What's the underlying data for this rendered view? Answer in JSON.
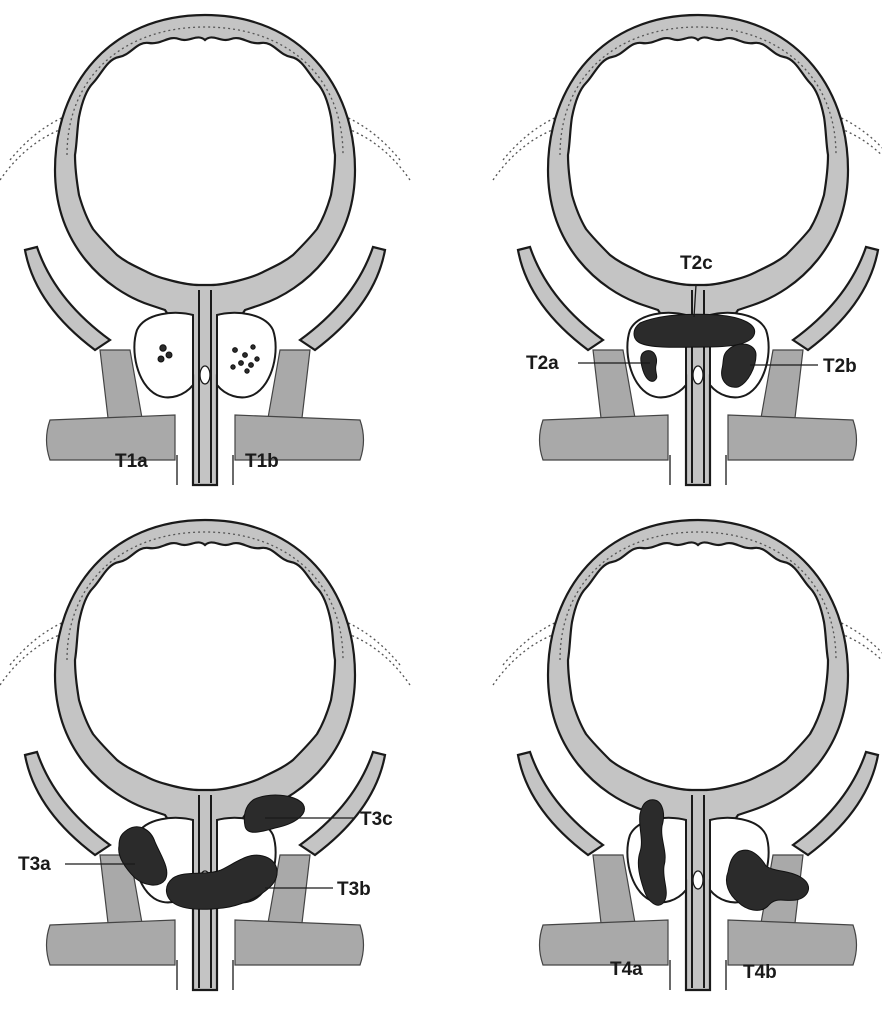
{
  "panels": [
    {
      "id": "t1",
      "labels": [
        "T1a",
        "T1b"
      ]
    },
    {
      "id": "t2",
      "labels": [
        "T2a",
        "T2b",
        "T2c"
      ]
    },
    {
      "id": "t3",
      "labels": [
        "T3a",
        "T3b",
        "T3c"
      ]
    },
    {
      "id": "t4",
      "labels": [
        "T4a",
        "T4b"
      ]
    }
  ],
  "colors": {
    "wall": "#c4c4c4",
    "tumor": "#2b2b2b",
    "muscle": "#a9a9a9"
  }
}
